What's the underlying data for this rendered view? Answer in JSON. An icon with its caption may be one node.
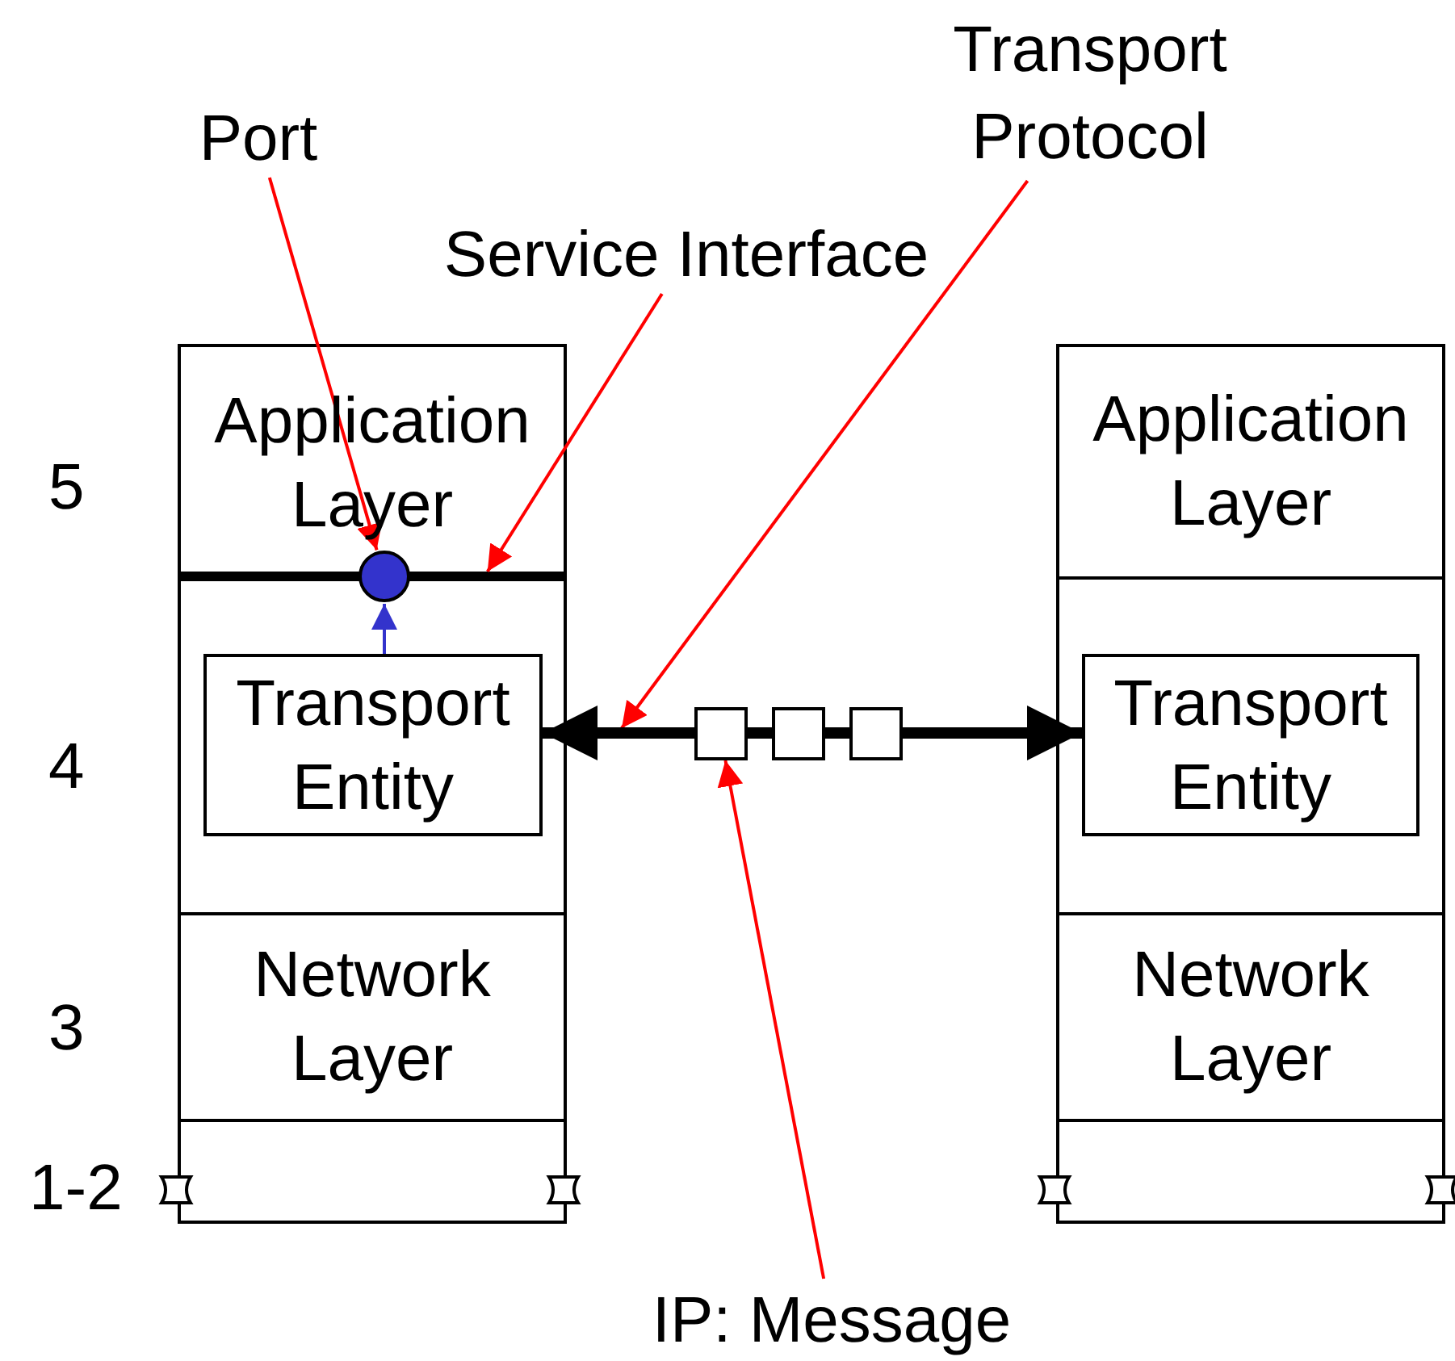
{
  "diagram": {
    "nodes": [
      {
        "text": [
          "Transport Protocol"
        ]
      },
      {
        "text": [
          "Port"
        ]
      },
      {
        "text": [
          "Service Interface"
        ]
      },
      {
        "text": [
          "Application Layer"
        ]
      },
      {
        "text": [],
        "shape": "bar",
        "in": 3
      },
      {
        "text": [],
        "shape": "circle"
      },
      {
        "text": [],
        "shape": "box"
      },
      {
        "text": [
          "Transport Entity"
        ],
        "in": 6
      },
      {
        "text": [
          "Network Layer"
        ]
      },
      {
        "text": [],
        "shape": "box"
      },
      {
        "text": [
          "Application Layer"
        ]
      },
      {
        "text": [],
        "shape": "box"
      },
      {
        "text": [
          "Transport Entity"
        ],
        "in": 11
      },
      {
        "text": [
          "Network Layer"
        ]
      },
      {
        "text": [],
        "shape": "box"
      },
      {
        "text": [],
        "shape": "box"
      },
      {
        "text": [],
        "shape": "box"
      },
      {
        "text": [],
        "shape": "box"
      },
      {
        "text": [
          "IP: Message"
        ]
      }
    ],
    "edges": [
      {
        "from": 1,
        "to": 5,
        "arrow": "to",
        "color": "#ff0000"
      },
      {
        "from": 2,
        "to": 4,
        "arrow": "to",
        "color": "#ff0000"
      },
      {
        "from": 0,
        "to": null,
        "arrow": "to",
        "color": "#ff0000"
      },
      {
        "from": 15,
        "to": 7,
        "arrow": "to",
        "style": "thick",
        "color": "#000000"
      },
      {
        "from": 15,
        "to": 16,
        "arrow": "none",
        "style": "thick",
        "color": "#000000"
      },
      {
        "from": 16,
        "to": 17,
        "arrow": "none",
        "style": "thick",
        "color": "#000000"
      },
      {
        "from": 17,
        "to": 12,
        "arrow": "to",
        "style": "thick",
        "color": "#000000"
      },
      {
        "from": 7,
        "to": 5,
        "arrow": "to",
        "color": "#3333cc"
      },
      {
        "from": 18,
        "to": 15,
        "arrow": "to",
        "color": "#ff0000"
      }
    ],
    "labels": [
      "5",
      "4",
      "3",
      "1-2"
    ]
  }
}
